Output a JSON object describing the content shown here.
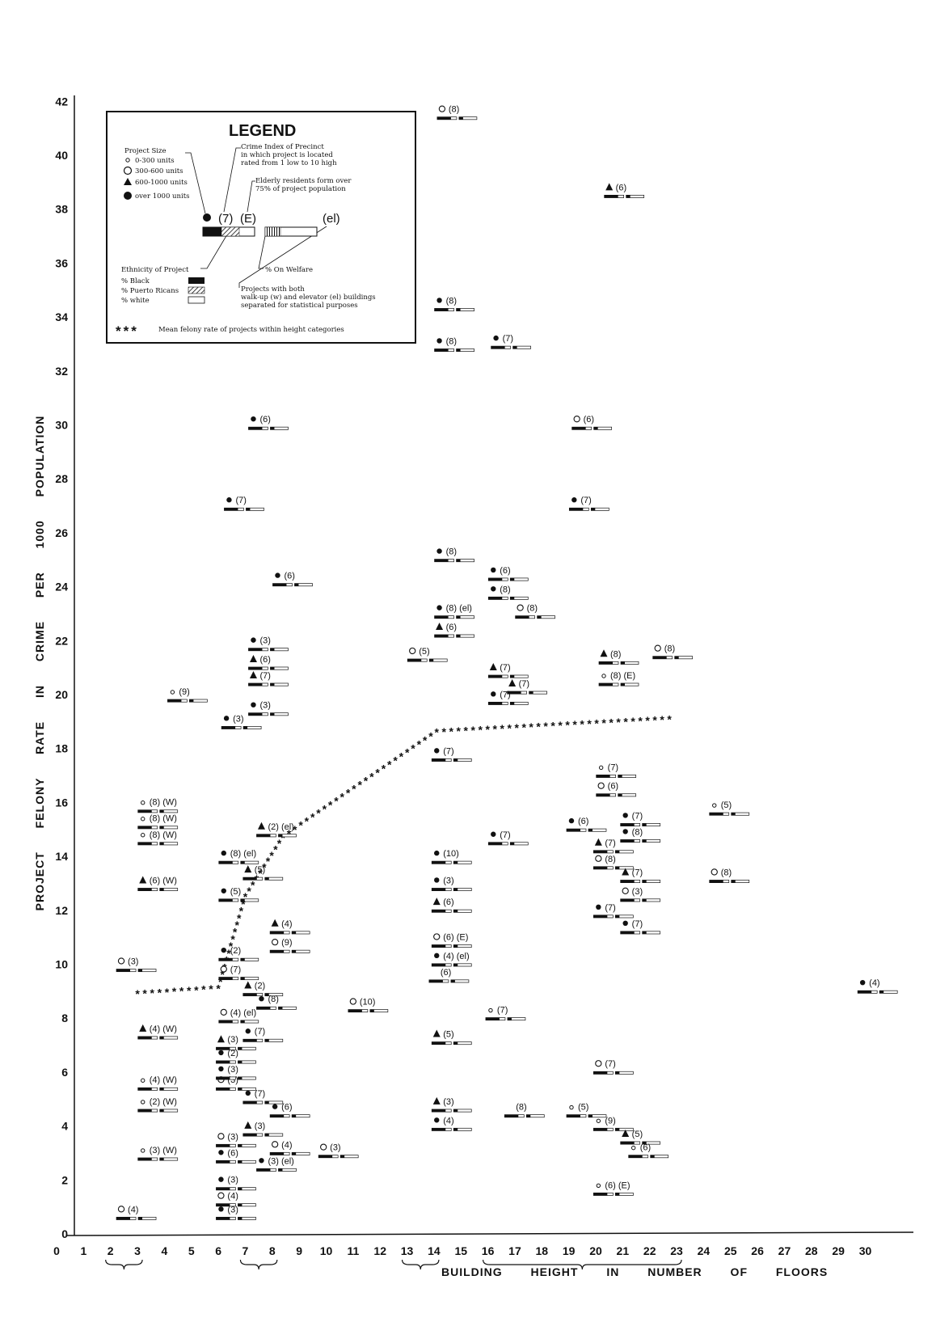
{
  "chart_data": {
    "type": "scatter",
    "xlabel": "BUILDING HEIGHT IN NUMBER OF FLOORS",
    "ylabel": "PROJECT FELONY RATE IN CRIME PER 1000 POPULATION",
    "xlim": [
      0,
      31.5
    ],
    "ylim": [
      0,
      42
    ],
    "x_ticks": [
      "0",
      "1",
      "2",
      "3",
      "4",
      "5",
      "6",
      "7",
      "8",
      "9",
      "10",
      "11",
      "12",
      "13",
      "14",
      "15",
      "16",
      "17",
      "18",
      "19",
      "20",
      "21",
      "22",
      "23",
      "24",
      "25",
      "26",
      "27",
      "28",
      "29",
      "30"
    ],
    "y_ticks": [
      "0",
      "2",
      "4",
      "6",
      "8",
      "10",
      "12",
      "14",
      "16",
      "18",
      "20",
      "22",
      "24",
      "26",
      "28",
      "30",
      "32",
      "34",
      "36",
      "38",
      "40",
      "42"
    ],
    "height_groups": [
      [
        2,
        3
      ],
      [
        7,
        8
      ],
      [
        13,
        14
      ],
      [
        16,
        23
      ]
    ],
    "legend": {
      "title": "LEGEND",
      "project_size_title": "Project Size",
      "sizes": [
        {
          "symbol": "small-circle",
          "label": "0-300 units"
        },
        {
          "symbol": "open-circle",
          "label": "300-600 units"
        },
        {
          "symbol": "triangle",
          "label": "600-1000 units"
        },
        {
          "symbol": "filled-circle",
          "label": "over 1000 units"
        }
      ],
      "crime_index_note": "Crime Index of Precinct in which project is located rated from 1 low to 10 high",
      "elderly_note": "Elderly residents form over 75% of project population",
      "example_index": "(7)",
      "example_e": "(E)",
      "example_el": "(el)",
      "ethnicity_title": "Ethnicity of Project",
      "ethnicities": [
        "% Black",
        "% Puerto Ricans",
        "% white"
      ],
      "welfare_note": "% On Welfare",
      "el_note": "Projects with both walk-up (w) and elevator (el) buildings separated for statistical purposes",
      "mean_note": "Mean felony rate of projects within height categories",
      "mean_symbol": "***"
    },
    "mean_line": [
      {
        "x": 3,
        "y": 8.9
      },
      {
        "x": 6,
        "y": 9.1
      },
      {
        "x": 7,
        "y": 12.5
      },
      {
        "x": 8.4,
        "y": 14.7
      },
      {
        "x": 14.1,
        "y": 18.6
      },
      {
        "x": 23,
        "y": 19.1
      }
    ],
    "points": [
      {
        "x": 2.4,
        "y": 0.8,
        "sym": "open",
        "label": "(4)"
      },
      {
        "x": 2.4,
        "y": 10.0,
        "sym": "open",
        "label": "(3)"
      },
      {
        "x": 3.2,
        "y": 3.0,
        "sym": "small",
        "label": "(3) (W)"
      },
      {
        "x": 3.2,
        "y": 4.8,
        "sym": "small",
        "label": "(2) (W)"
      },
      {
        "x": 3.2,
        "y": 5.6,
        "sym": "small",
        "label": "(4) (W)"
      },
      {
        "x": 3.2,
        "y": 7.5,
        "sym": "tri",
        "label": "(4) (W)"
      },
      {
        "x": 3.2,
        "y": 13.0,
        "sym": "tri",
        "label": "(6) (W)"
      },
      {
        "x": 3.2,
        "y": 14.7,
        "sym": "small",
        "label": "(8) (W)"
      },
      {
        "x": 3.2,
        "y": 15.3,
        "sym": "small",
        "label": "(8) (W)"
      },
      {
        "x": 3.2,
        "y": 15.9,
        "sym": "small",
        "label": "(8) (W)"
      },
      {
        "x": 4.3,
        "y": 20.0,
        "sym": "small",
        "label": "(9)"
      },
      {
        "x": 6.1,
        "y": 0.8,
        "sym": "filled",
        "label": "(3)"
      },
      {
        "x": 6.1,
        "y": 1.3,
        "sym": "open",
        "label": "(4)"
      },
      {
        "x": 6.1,
        "y": 1.9,
        "sym": "filled",
        "label": "(3)"
      },
      {
        "x": 6.1,
        "y": 2.9,
        "sym": "filled",
        "label": "(6)"
      },
      {
        "x": 6.1,
        "y": 3.5,
        "sym": "open",
        "label": "(3)"
      },
      {
        "x": 6.1,
        "y": 5.6,
        "sym": "open",
        "label": "(3)"
      },
      {
        "x": 6.1,
        "y": 6.0,
        "sym": "filled",
        "label": "(3)"
      },
      {
        "x": 6.1,
        "y": 6.6,
        "sym": "filled",
        "label": "(2)"
      },
      {
        "x": 6.1,
        "y": 7.1,
        "sym": "tri",
        "label": "(3)"
      },
      {
        "x": 6.2,
        "y": 8.1,
        "sym": "open",
        "label": "(4) (el)"
      },
      {
        "x": 6.2,
        "y": 9.7,
        "sym": "open",
        "label": "(7)"
      },
      {
        "x": 6.2,
        "y": 10.4,
        "sym": "filled",
        "label": "(2)"
      },
      {
        "x": 6.2,
        "y": 12.6,
        "sym": "filled",
        "label": "(5)"
      },
      {
        "x": 6.2,
        "y": 14.0,
        "sym": "filled",
        "label": "(8) (el)"
      },
      {
        "x": 6.3,
        "y": 19.0,
        "sym": "filled",
        "label": "(3)"
      },
      {
        "x": 6.4,
        "y": 27.1,
        "sym": "filled",
        "label": "(7)"
      },
      {
        "x": 7.1,
        "y": 3.9,
        "sym": "tri",
        "label": "(3)"
      },
      {
        "x": 7.1,
        "y": 5.1,
        "sym": "filled",
        "label": "(7)"
      },
      {
        "x": 7.1,
        "y": 7.4,
        "sym": "filled",
        "label": "(7)"
      },
      {
        "x": 7.1,
        "y": 9.1,
        "sym": "tri",
        "label": "(2)"
      },
      {
        "x": 7.1,
        "y": 13.4,
        "sym": "tri",
        "label": "(5)"
      },
      {
        "x": 7.3,
        "y": 19.5,
        "sym": "filled",
        "label": "(3)"
      },
      {
        "x": 7.3,
        "y": 20.6,
        "sym": "tri",
        "label": "(7)"
      },
      {
        "x": 7.3,
        "y": 21.2,
        "sym": "tri",
        "label": "(6)"
      },
      {
        "x": 7.3,
        "y": 21.9,
        "sym": "filled",
        "label": "(3)"
      },
      {
        "x": 7.3,
        "y": 30.1,
        "sym": "filled",
        "label": "(6)"
      },
      {
        "x": 7.6,
        "y": 2.6,
        "sym": "filled",
        "label": "(3) (el)"
      },
      {
        "x": 7.6,
        "y": 8.6,
        "sym": "filled",
        "label": "(8)"
      },
      {
        "x": 7.6,
        "y": 15.0,
        "sym": "tri",
        "label": "(2) (el)"
      },
      {
        "x": 8.1,
        "y": 3.2,
        "sym": "open",
        "label": "(4)"
      },
      {
        "x": 8.1,
        "y": 4.6,
        "sym": "filled",
        "label": "(6)"
      },
      {
        "x": 8.1,
        "y": 10.7,
        "sym": "open",
        "label": "(9)"
      },
      {
        "x": 8.1,
        "y": 11.4,
        "sym": "tri",
        "label": "(4)"
      },
      {
        "x": 8.2,
        "y": 24.3,
        "sym": "filled",
        "label": "(6)"
      },
      {
        "x": 9.9,
        "y": 3.1,
        "sym": "open",
        "label": "(3)"
      },
      {
        "x": 11.0,
        "y": 8.5,
        "sym": "open",
        "label": "(10)"
      },
      {
        "x": 13.2,
        "y": 21.5,
        "sym": "open",
        "label": "(5)"
      },
      {
        "x": 14.1,
        "y": 4.1,
        "sym": "filled",
        "label": "(4)"
      },
      {
        "x": 14.1,
        "y": 4.8,
        "sym": "tri",
        "label": "(3)"
      },
      {
        "x": 14.1,
        "y": 7.3,
        "sym": "tri",
        "label": "(5)"
      },
      {
        "x": 14.0,
        "y": 9.6,
        "sym": "none",
        "label": "(6)"
      },
      {
        "x": 14.1,
        "y": 10.2,
        "sym": "filled",
        "label": "(4) (el)"
      },
      {
        "x": 14.1,
        "y": 10.9,
        "sym": "open",
        "label": "(6) (E)"
      },
      {
        "x": 14.1,
        "y": 12.2,
        "sym": "tri",
        "label": "(6)"
      },
      {
        "x": 14.1,
        "y": 13.0,
        "sym": "filled",
        "label": "(3)"
      },
      {
        "x": 14.1,
        "y": 14.0,
        "sym": "filled",
        "label": "(10)"
      },
      {
        "x": 14.1,
        "y": 17.8,
        "sym": "filled",
        "label": "(7)"
      },
      {
        "x": 14.2,
        "y": 22.4,
        "sym": "tri",
        "label": "(6)"
      },
      {
        "x": 14.2,
        "y": 23.1,
        "sym": "filled",
        "label": "(8) (el)"
      },
      {
        "x": 14.2,
        "y": 25.2,
        "sym": "filled",
        "label": "(8)"
      },
      {
        "x": 14.2,
        "y": 33.0,
        "sym": "filled",
        "label": "(8)"
      },
      {
        "x": 14.2,
        "y": 34.5,
        "sym": "filled",
        "label": "(8)"
      },
      {
        "x": 14.3,
        "y": 41.6,
        "sym": "open",
        "label": "(8)"
      },
      {
        "x": 16.1,
        "y": 8.2,
        "sym": "small",
        "label": "(7)"
      },
      {
        "x": 16.2,
        "y": 14.7,
        "sym": "filled",
        "label": "(7)"
      },
      {
        "x": 16.2,
        "y": 19.9,
        "sym": "filled",
        "label": "(7)"
      },
      {
        "x": 16.2,
        "y": 20.9,
        "sym": "tri",
        "label": "(7)"
      },
      {
        "x": 16.2,
        "y": 23.8,
        "sym": "filled",
        "label": "(8)"
      },
      {
        "x": 16.2,
        "y": 24.5,
        "sym": "filled",
        "label": "(6)"
      },
      {
        "x": 16.3,
        "y": 33.1,
        "sym": "filled",
        "label": "(7)"
      },
      {
        "x": 16.8,
        "y": 4.6,
        "sym": "none",
        "label": "(8)"
      },
      {
        "x": 16.9,
        "y": 20.3,
        "sym": "tri",
        "label": "(7)"
      },
      {
        "x": 17.2,
        "y": 23.1,
        "sym": "open",
        "label": "(8)"
      },
      {
        "x": 19.1,
        "y": 4.6,
        "sym": "small",
        "label": "(5)"
      },
      {
        "x": 19.1,
        "y": 15.2,
        "sym": "filled",
        "label": "(6)"
      },
      {
        "x": 19.2,
        "y": 27.1,
        "sym": "filled",
        "label": "(7)"
      },
      {
        "x": 19.3,
        "y": 30.1,
        "sym": "open",
        "label": "(6)"
      },
      {
        "x": 20.1,
        "y": 1.7,
        "sym": "small",
        "label": "(6) (E)"
      },
      {
        "x": 20.1,
        "y": 4.1,
        "sym": "small",
        "label": "(9)"
      },
      {
        "x": 20.1,
        "y": 6.2,
        "sym": "open",
        "label": "(7)"
      },
      {
        "x": 20.1,
        "y": 12.0,
        "sym": "filled",
        "label": "(7)"
      },
      {
        "x": 20.1,
        "y": 13.8,
        "sym": "open",
        "label": "(8)"
      },
      {
        "x": 20.1,
        "y": 14.4,
        "sym": "tri",
        "label": "(7)"
      },
      {
        "x": 20.2,
        "y": 16.5,
        "sym": "open",
        "label": "(6)"
      },
      {
        "x": 20.2,
        "y": 17.2,
        "sym": "small",
        "label": "(7)"
      },
      {
        "x": 20.3,
        "y": 20.6,
        "sym": "small",
        "label": "(8) (E)"
      },
      {
        "x": 20.3,
        "y": 21.4,
        "sym": "tri",
        "label": "(8)"
      },
      {
        "x": 20.5,
        "y": 38.7,
        "sym": "tri",
        "label": "(6)"
      },
      {
        "x": 21.1,
        "y": 3.6,
        "sym": "tri",
        "label": "(5)"
      },
      {
        "x": 21.1,
        "y": 11.4,
        "sym": "filled",
        "label": "(7)"
      },
      {
        "x": 21.1,
        "y": 12.6,
        "sym": "open",
        "label": "(3)"
      },
      {
        "x": 21.1,
        "y": 13.3,
        "sym": "tri",
        "label": "(7)"
      },
      {
        "x": 21.1,
        "y": 14.8,
        "sym": "filled",
        "label": "(8)"
      },
      {
        "x": 21.1,
        "y": 15.4,
        "sym": "filled",
        "label": "(7)"
      },
      {
        "x": 21.4,
        "y": 3.1,
        "sym": "small",
        "label": "(6)"
      },
      {
        "x": 22.3,
        "y": 21.6,
        "sym": "open",
        "label": "(8)"
      },
      {
        "x": 24.4,
        "y": 13.3,
        "sym": "open",
        "label": "(8)"
      },
      {
        "x": 24.4,
        "y": 15.8,
        "sym": "small",
        "label": "(5)"
      },
      {
        "x": 29.9,
        "y": 9.2,
        "sym": "filled",
        "label": "(4)"
      }
    ]
  }
}
